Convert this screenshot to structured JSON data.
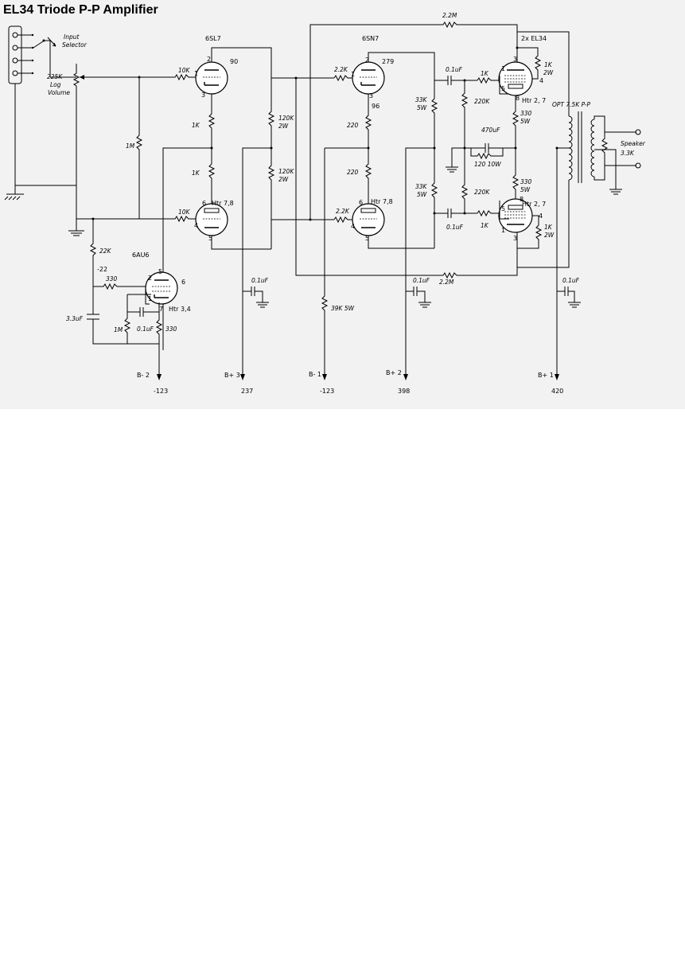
{
  "title": "EL34 Triode P-P Amplifier",
  "tubes": {
    "v1": "6SL7",
    "v2": "6SN7",
    "v3": "6AU6",
    "out": "2x EL34"
  },
  "labels": {
    "input_selector_1": "Input",
    "input_selector_2": "Selector",
    "volume_1": "225K",
    "volume_2": "Log",
    "volume_3": "Volume",
    "heater_v1": "Htr 7,8",
    "heater_v2": "Htr 7,8",
    "heater_v3": "Htr 3,4",
    "heater_out_top": "Htr 2, 7",
    "heater_out_bot": "Htr 2, 7",
    "opt": "OPT 7.5K P-P",
    "speaker": "Speaker"
  },
  "voltages": {
    "v1_plate": "90",
    "v2_plate": "279",
    "v2_cathode": "96",
    "v3_grid": "-22",
    "b2": "-123",
    "b3": "237",
    "b1neg": "-123",
    "b2pos": "398",
    "b1pos": "420"
  },
  "rails": {
    "b2": "B- 2",
    "b3": "B+ 3",
    "b1neg": "B- 1",
    "b2pos": "B+ 2",
    "b1pos": "B+ 1"
  },
  "components": {
    "r_fb_top": "2.2M",
    "r_fb_bot": "2.2M",
    "r_g1_top": "10K",
    "r_g1_bot": "10K",
    "r_1m_in": "1M",
    "r_k_top": "1K",
    "r_k_bot": "1K",
    "r_p1_top_1": "120K",
    "r_p1_top_2": "2W",
    "r_p1_bot_1": "120K",
    "r_p1_bot_2": "2W",
    "r_22k": "22K",
    "r_330_g": "330",
    "c_3u3": "3.3uF",
    "r_1m_v3": "1M",
    "c_v3": "0.1uF",
    "r_330_k": "330",
    "c_b3": "0.1uF",
    "r_g2_top": "2.2K",
    "r_g2_bot": "2.2K",
    "r_k2_top": "220",
    "r_k2_bot": "220",
    "r_33k_top_1": "33K",
    "r_33k_top_2": "5W",
    "r_33k_bot_1": "33K",
    "r_33k_bot_2": "5W",
    "r_39k": "39K 5W",
    "c_b2": "0.1uF",
    "c_c_top": "0.1uF",
    "c_c_bot": "0.1uF",
    "r_gs_top": "1K",
    "r_gs_bot": "1K",
    "r_220k_top": "220K",
    "r_220k_bot": "220K",
    "c_470": "470uF",
    "r_120": "120 10W",
    "r_k_out_top_1": "330",
    "r_k_out_top_2": "5W",
    "r_k_out_bot_1": "330",
    "r_k_out_bot_2": "5W",
    "r_g2_out_top_1": "1K",
    "r_g2_out_top_2": "2W",
    "r_g2_out_bot_1": "1K",
    "r_g2_out_bot_2": "2W",
    "r_spk": "3.3K",
    "c_b1": "0.1uF"
  },
  "pins": {
    "v1a_p": "2",
    "v1a_g": "1",
    "v1a_k": "3",
    "v1b_p": "5",
    "v1b_g": "4",
    "v1b_k": "6",
    "v2a_p": "2",
    "v2a_g": "1",
    "v2a_k": "3",
    "v2b_p": "5",
    "v2b_g": "4",
    "v2b_k": "6",
    "v3_p": "5",
    "v3_g2": "6",
    "v3_g1": "1",
    "v3_k": "2",
    "v3_g3": "7",
    "o1_g1": "5",
    "o1_p": "3",
    "o1_k": "8",
    "o1_g2": "4",
    "o1_g3": "1",
    "o2_g1": "5",
    "o2_p": "3",
    "o2_k": "8",
    "o2_g2": "4",
    "o2_g3": "1"
  },
  "colors": {
    "background": "#f2f2f2",
    "ink": "#000000"
  }
}
